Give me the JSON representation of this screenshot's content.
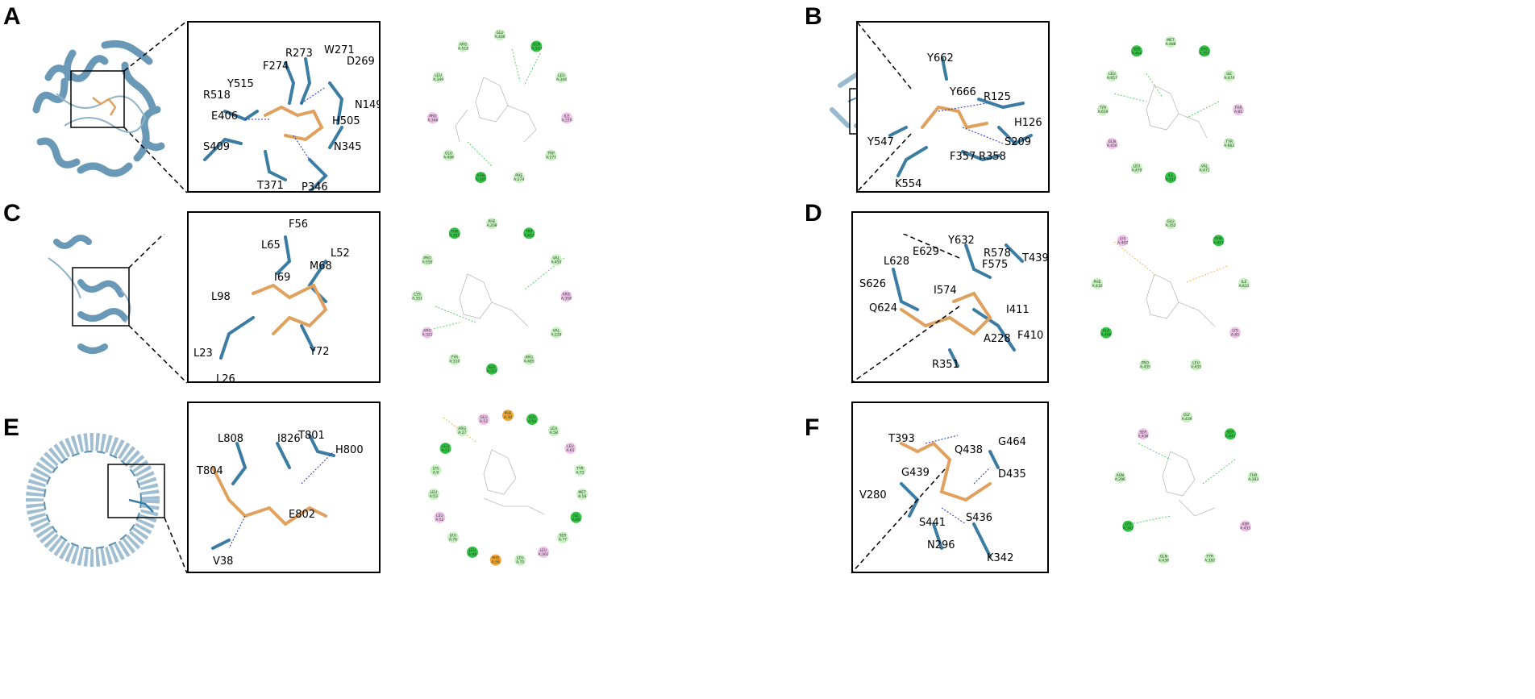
{
  "colors": {
    "protein": "#3b7ca3",
    "protein_light": "#8fb3c9",
    "ligand": "#e0a15e",
    "oxygen": "#e03a2f",
    "nitrogen": "#1f3fd6",
    "sulfur": "#e6d23a",
    "hbond": "#1a2fcf",
    "vdw_node": "#c8f0c0",
    "hbond_node": "#35c247",
    "pi_node": "#f1c1ec",
    "amide_node": "#f2a436",
    "unfav_node": "#e03030"
  },
  "panels": [
    {
      "letter": "A",
      "residues": [
        "R273",
        "W271",
        "F274",
        "D269",
        "Y515",
        "R518",
        "E406",
        "N149",
        "H505",
        "S409",
        "N345",
        "T371",
        "P346"
      ],
      "nodes": [
        "GLU A:400",
        "GLN A:310",
        "LEU A:344",
        "ILE A:370",
        "TRP A:271",
        "PHE A:274",
        "ASN A:345",
        "GLU A:406",
        "PRO A:346",
        "LEU A:349",
        "ARG A:518"
      ]
    },
    {
      "letter": "B",
      "residues": [
        "Y662",
        "Y666",
        "R125",
        "H126",
        "Y547",
        "S209",
        "R358",
        "F357",
        "K554"
      ],
      "nodes": [
        "MET A:488",
        "ARG A:351",
        "ILE A:474",
        "THR A:85",
        "TYR A:662",
        "VAL A:471",
        "ILE A:411",
        "LEU A:479",
        "GLN A:450",
        "TYR A:659",
        "LEU A:657",
        "SER A:464"
      ]
    },
    {
      "letter": "C",
      "residues": [
        "F56",
        "L65",
        "L52",
        "M68",
        "I69",
        "L98",
        "L23",
        "L26",
        "Y72"
      ],
      "nodes": [
        "PHE A:208",
        "TRP A:453",
        "VAL A:455",
        "ARG A:358",
        "VAL A:229",
        "ARG A:485",
        "SER A:353",
        "TYR A:310",
        "ARG A:321",
        "CYS A:351",
        "PRO A:550",
        "THR A:355"
      ]
    },
    {
      "letter": "D",
      "residues": [
        "Y632",
        "E629",
        "R578",
        "L628",
        "F575",
        "T439",
        "S626",
        "I574",
        "Q624",
        "I411",
        "A228",
        "F410",
        "R351"
      ],
      "nodes": [
        "GLU A:352",
        "THR A:411",
        "ILE A:631",
        "LYS A:85",
        "LEU A:435",
        "PRO A:435",
        "ALA A:409",
        "PHE A:410",
        "LYS A:402"
      ]
    },
    {
      "letter": "E",
      "residues": [
        "L808",
        "I826",
        "T801",
        "H800",
        "T804",
        "E802",
        "V38"
      ],
      "nodes": [
        "PHE A:30",
        "LEU A:54",
        "LEU A:58",
        "LEU A:65",
        "TYR A:72",
        "MET A:18",
        "ILE A:69",
        "SER A:77",
        "LEU A:301",
        "LEU A:75",
        "PHE A:56",
        "LEU A:48",
        "LEU A:76",
        "LEU A:52",
        "LEU A:53",
        "LYS A:9",
        "LEU A:21",
        "ARG A:27",
        "GLU A:52"
      ]
    },
    {
      "letter": "F",
      "residues": [
        "T393",
        "Q438",
        "G464",
        "G439",
        "D435",
        "V280",
        "S441",
        "S436",
        "N296",
        "K342"
      ],
      "nodes": [
        "GLY A:439",
        "SER A:441",
        "THR A:393",
        "ASP A:435",
        "TYR A:392",
        "GLN A:438",
        "LYS A:342",
        "ASN A:296",
        "SER A:436"
      ]
    }
  ]
}
